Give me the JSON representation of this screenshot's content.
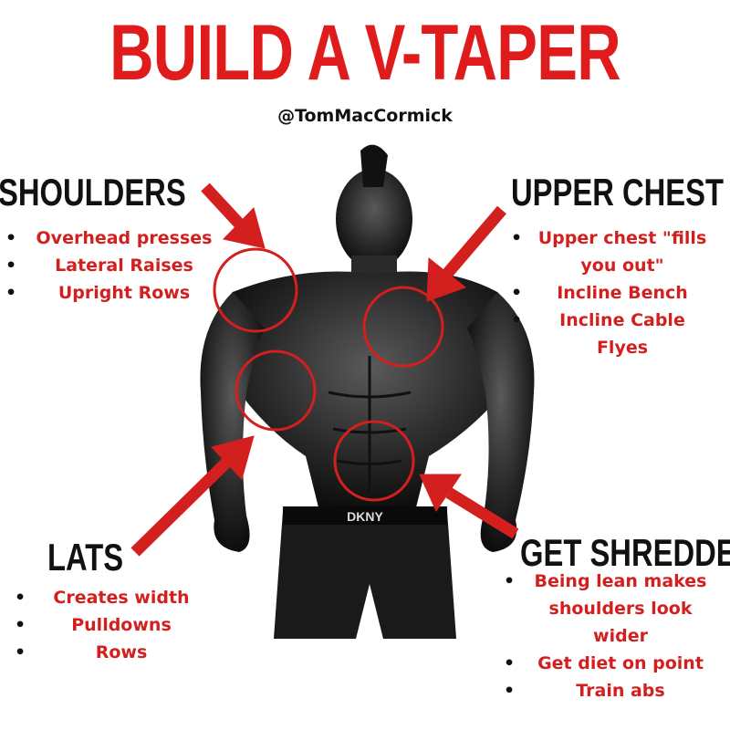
{
  "title": "BUILD A V-TAPER",
  "handle": "@TomMacCormick",
  "colors": {
    "accent": "#e01b1b",
    "text": "#111111"
  },
  "sections": {
    "shoulders": {
      "heading": "SHOULDERS",
      "items": [
        "Overhead presses",
        "Lateral Raises",
        "Upright Rows"
      ]
    },
    "upper_chest": {
      "heading": "UPPER CHEST",
      "items": [
        "Upper chest \"fills you out\"",
        "Incline Bench",
        "Incline Cable Flyes"
      ]
    },
    "lats": {
      "heading": "LATS",
      "items": [
        "Creates width",
        "Pulldowns",
        "Rows"
      ]
    },
    "shredded": {
      "heading": "GET SHREDDED",
      "items": [
        "Being lean makes shoulders look wider",
        "Get diet on point",
        "Train abs"
      ]
    }
  },
  "figure": {
    "waistband_text": "DKNY"
  }
}
